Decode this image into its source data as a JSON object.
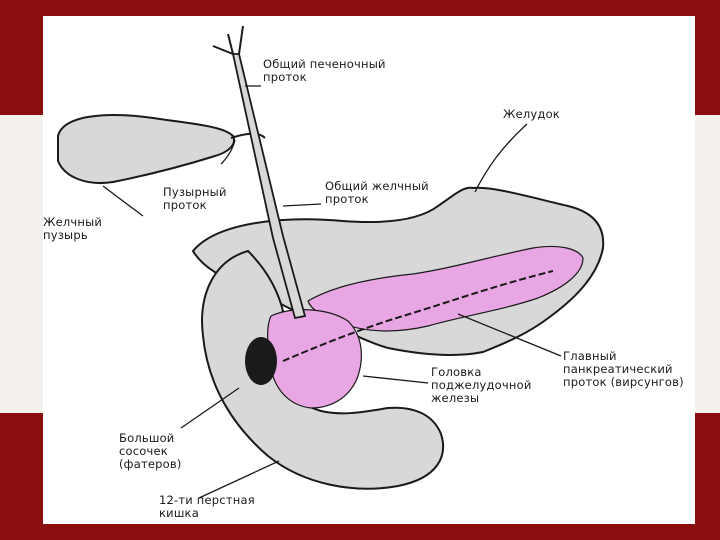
{
  "colors": {
    "frame": "#8b0e0e",
    "band": "#f3f0ee",
    "slide": "#ffffff",
    "pancreas_tissue": "#e9a6e4",
    "ink": "#1a1a1a",
    "organ_fill": "#d8d8d8"
  },
  "labels": {
    "common_hepatic_duct": "Общий печеночный\nпроток",
    "stomach": "Желудок",
    "cystic_duct": "Пузырный\nпроток",
    "common_bile_duct": "Общий желчный\nпроток",
    "gallbladder": "Желчный\nпузырь",
    "main_pancreatic_duct": "Главный\nпанкреатический\nпроток (вирсунгов)",
    "pancreas_head": "Головка\nподжелудочной\nжелезы",
    "major_papilla": "Большой\nсосочек\n(фатеров)",
    "duodenum": "12-ти перстная\nкишка"
  }
}
